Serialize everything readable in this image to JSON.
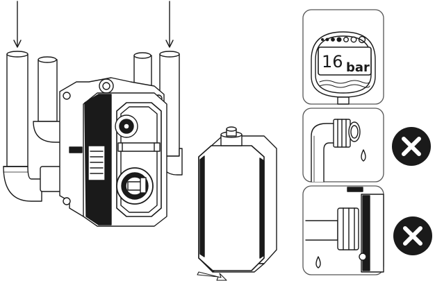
{
  "gauge": {
    "pressure_value": "16",
    "pressure_unit": "bar"
  },
  "panels": [
    {
      "name": "pressure-test-gauge"
    },
    {
      "name": "fitting-leak-top",
      "status": "not-allowed",
      "icon": "x-circle-icon"
    },
    {
      "name": "fitting-leak-bottom",
      "status": "not-allowed",
      "icon": "x-circle-icon"
    }
  ],
  "colors": {
    "line": "#1a1a1a",
    "fill": "#ffffff",
    "panel_border": "#555555",
    "badge": "#1a1a1a"
  },
  "icons": [
    "down-arrow-icon",
    "slide-out-arrow-icon",
    "water-drop-icon",
    "x-circle-icon"
  ]
}
